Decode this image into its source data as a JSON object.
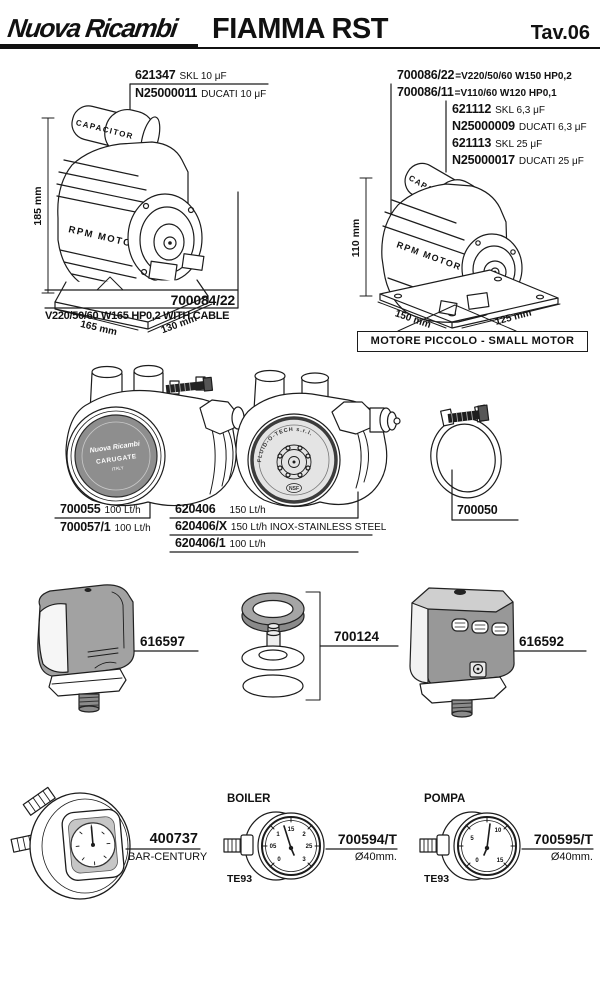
{
  "header": {
    "logo": "Nuova Ricambi",
    "title": "FIAMMA RST",
    "tav": "Tav.06"
  },
  "colors": {
    "line": "#1c1c1c",
    "pump_face_gray": "#8e8e8e",
    "cover_gray": "#a2a2a2",
    "switch_gray": "#989898",
    "ring_gray": "#a5a5a5"
  },
  "big_motor": {
    "cap_labels": [
      {
        "code": "621347",
        "desc": "SKL 10 μF"
      },
      {
        "code": "N25000011",
        "desc": "DUCATI 10 μF"
      }
    ],
    "drawing": {
      "capacitor": "CAPACITOR",
      "body": "RPM MOTOR"
    },
    "dims": {
      "height": "185 mm",
      "width": "165 mm",
      "depth": "130 mm"
    },
    "part": {
      "code": "700084/22",
      "spec": "V220/50/60 W165 HP0,2 WITH CABLE"
    }
  },
  "small_motor": {
    "labels": [
      {
        "code": "700086/22",
        "desc": "=V220/50/60 W150 HP0,2"
      },
      {
        "code": "700086/11",
        "desc": "=V110/60 W120 HP0,1"
      },
      {
        "code": "621112",
        "desc": "SKL 6,3 μF"
      },
      {
        "code": "N25000009",
        "desc": "DUCATI 6,3 μF"
      },
      {
        "code": "621113",
        "desc": "SKL 25 μF"
      },
      {
        "code": "N25000017",
        "desc": "DUCATI 25 μF"
      }
    ],
    "drawing": {
      "capacitor": "CAPACITOR",
      "body": "RPM MOTOR"
    },
    "dims": {
      "height": "110 mm",
      "width": "150 mm",
      "depth": "125 mm"
    },
    "caption": "MOTORE PICCOLO - SMALL MOTOR"
  },
  "pumps": {
    "pump1": {
      "face": {
        "brand": "Nuova Ricambi",
        "city": "CARUGATE",
        "country": "ITALY"
      },
      "labels": [
        {
          "code": "700055",
          "desc": "100 Lt/h"
        },
        {
          "code": "700057/1",
          "desc": "100 Lt/h"
        }
      ]
    },
    "pump2": {
      "face": {
        "ring": "FLUID-O-TECH s.r.l.",
        "nsf": "NSF"
      },
      "labels": [
        {
          "code": "620406",
          "desc": "150 Lt/h"
        },
        {
          "code": "620406/X",
          "desc": "150 Lt/h INOX-STAINLESS STEEL"
        },
        {
          "code": "620406/1",
          "desc": "100 Lt/h"
        }
      ]
    },
    "clamp": {
      "code": "700050"
    }
  },
  "switches": {
    "cover_switch": {
      "code": "616597"
    },
    "gasket_kit": {
      "code": "700124"
    },
    "vented_switch": {
      "code": "616592"
    }
  },
  "gauges": {
    "square_gauge": {
      "code": "400737",
      "desc": "BAR-CENTURY"
    },
    "boiler_gauge": {
      "title": "BOILER",
      "code": "700594/T",
      "size": "Ø40mm.",
      "model": "TE93",
      "dial": [
        "0",
        "05",
        "1",
        "15",
        "2",
        "25",
        "3"
      ]
    },
    "pump_gauge": {
      "title": "POMPA",
      "code": "700595/T",
      "size": "Ø40mm.",
      "model": "TE93",
      "dial": [
        "0",
        "5",
        "10",
        "15"
      ]
    }
  }
}
